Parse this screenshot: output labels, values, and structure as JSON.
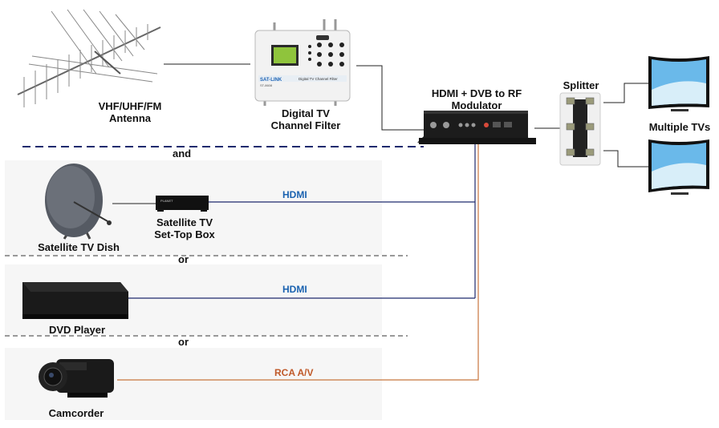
{
  "labels": {
    "antenna": "VHF/UHF/FM\nAntenna",
    "filter": "Digital TV\nChannel Filter",
    "modulator": "HDMI + DVB to RF\nModulator",
    "splitter": "Splitter",
    "tvs": "Multiple TVs",
    "dish": "Satellite TV Dish",
    "stb": "Satellite TV\nSet-Top Box",
    "dvd": "DVD Player",
    "camcorder": "Camcorder"
  },
  "separators": {
    "and": "and",
    "or1": "or",
    "or2": "or"
  },
  "connections": {
    "hdmi1": "HDMI",
    "hdmi2": "HDMI",
    "rca": "RCA A/V"
  },
  "device_text": {
    "filter_brand": "SAT-LINK",
    "filter_model": "ST-8608",
    "filter_name": "Digital TV Channel Filter",
    "stb_brand": "PLANET"
  },
  "colors": {
    "hdmi_line": "#1f2a6e",
    "hdmi_text": "#1a62b0",
    "rca_line": "#c8763e",
    "rca_text": "#c05a2a",
    "dashed_main": "#1f2a6e",
    "panel_bg": "#f6f6f6"
  }
}
